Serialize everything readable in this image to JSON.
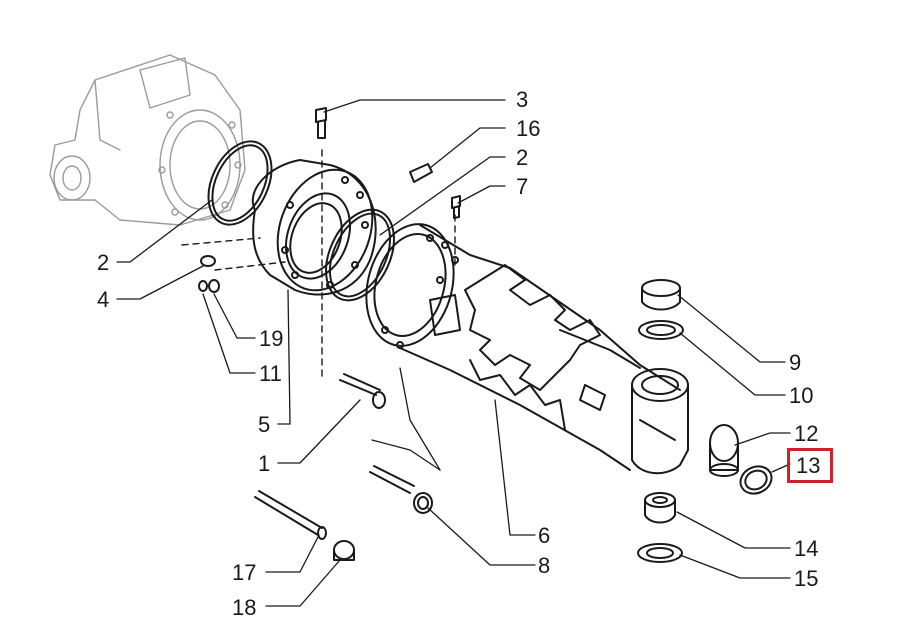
{
  "diagram": {
    "highlight_color": "#d0202a",
    "line_color": "#1a1a1a",
    "ghost_color": "#9a9a9a",
    "highlighted_part": "13",
    "callouts": [
      {
        "id": "c3",
        "label": "3"
      },
      {
        "id": "c16",
        "label": "16"
      },
      {
        "id": "c2a",
        "label": "2"
      },
      {
        "id": "c7",
        "label": "7"
      },
      {
        "id": "c2b",
        "label": "2"
      },
      {
        "id": "c4",
        "label": "4"
      },
      {
        "id": "c19",
        "label": "19"
      },
      {
        "id": "c11",
        "label": "11"
      },
      {
        "id": "c5",
        "label": "5"
      },
      {
        "id": "c1",
        "label": "1"
      },
      {
        "id": "c17",
        "label": "17"
      },
      {
        "id": "c18",
        "label": "18"
      },
      {
        "id": "c6",
        "label": "6"
      },
      {
        "id": "c8",
        "label": "8"
      },
      {
        "id": "c9",
        "label": "9"
      },
      {
        "id": "c10",
        "label": "10"
      },
      {
        "id": "c12",
        "label": "12"
      },
      {
        "id": "c13",
        "label": "13"
      },
      {
        "id": "c14",
        "label": "14"
      },
      {
        "id": "c15",
        "label": "15"
      }
    ]
  }
}
